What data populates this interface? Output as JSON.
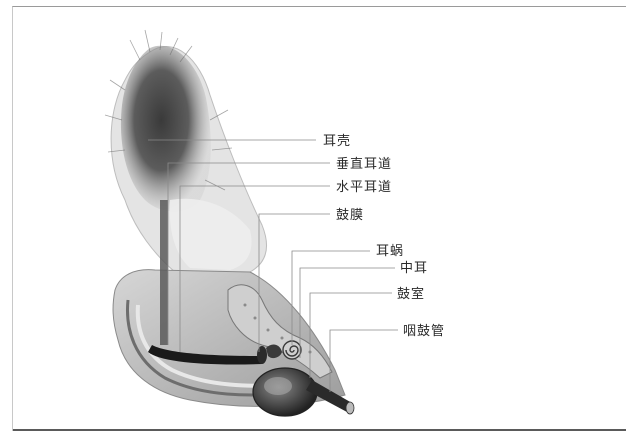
{
  "labels": {
    "auricle": "耳壳",
    "vertical_canal": "垂直耳道",
    "horizontal_canal": "水平耳道",
    "eardrum": "鼓膜",
    "cochlea": "耳蜗",
    "middle_ear": "中耳",
    "tympanic_cavity": "鼓室",
    "eustachian_tube": "咽鼓管"
  }
}
